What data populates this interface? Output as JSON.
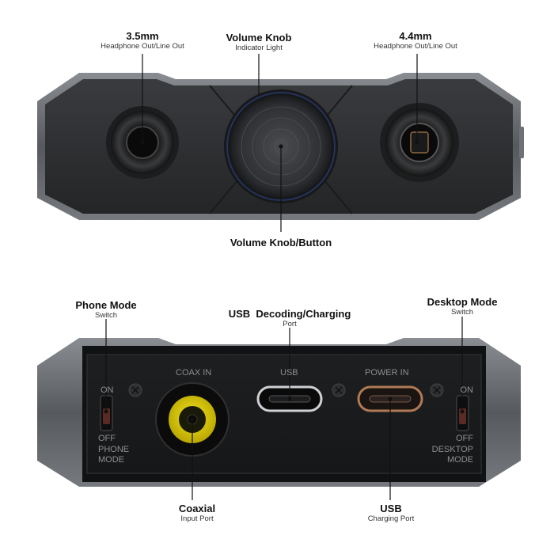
{
  "top_view": {
    "callouts": {
      "jack_35": {
        "title": "3.5mm",
        "subtitle": "Headphone Out/Line Out"
      },
      "knob_light": {
        "title": "Volume Knob",
        "subtitle": "Indicator Light"
      },
      "jack_44": {
        "title": "4.4mm",
        "subtitle": "Headphone Out/Line Out"
      },
      "knob_button": {
        "title": "Volume Knob/Button"
      }
    }
  },
  "bottom_view": {
    "callouts": {
      "phone_mode": {
        "title": "Phone Mode",
        "subtitle": "Switch"
      },
      "usb_decoding": {
        "title": "USB  Decoding/Charging",
        "subtitle": "Port"
      },
      "desktop_mode": {
        "title": "Desktop Mode",
        "subtitle": "Switch"
      },
      "coaxial": {
        "title": "Coaxial",
        "subtitle": "Input Port"
      },
      "usb_charging": {
        "title": "USB",
        "subtitle": "Charging Port"
      }
    },
    "panel_labels": {
      "coax_in": "COAX IN",
      "usb": "USB",
      "power_in": "POWER IN",
      "left_on": "ON",
      "left_off": "OFF",
      "left_mode_line1": "PHONE",
      "left_mode_line2": "MODE",
      "right_on": "ON",
      "right_off": "OFF",
      "right_mode_line1": "DESKTOP",
      "right_mode_line2": "MODE"
    }
  },
  "colors": {
    "body_metal": "#5a5d62",
    "face_dark": "#2a2b2e",
    "coax_yellow": "#e3d300",
    "usb_copper": "#b07a55"
  }
}
